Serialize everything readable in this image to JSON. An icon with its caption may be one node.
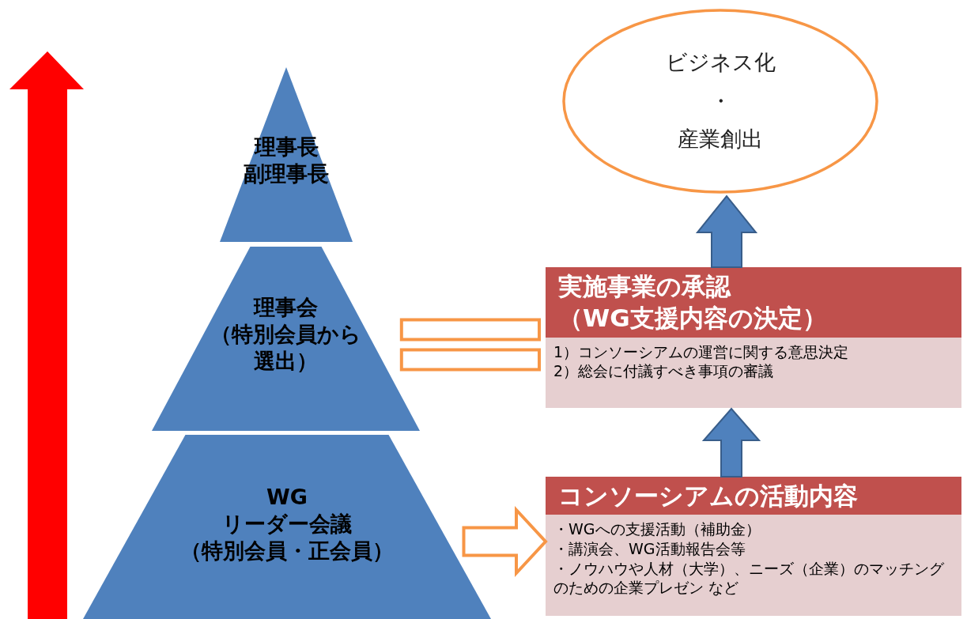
{
  "diagram": {
    "nodes": [
      {
        "text": [
          "理事長",
          "副理事長"
        ]
      },
      {
        "text": [
          "理事会",
          "（特別会員から選出）"
        ]
      },
      {
        "text": [
          "WG",
          "リーダー会議",
          "（特別会員・正会員）"
        ]
      },
      {
        "text": [
          "ビジネス化",
          "・",
          "産業創出"
        ]
      },
      {
        "text": [
          "実施事業の承認",
          "（WG支援内容の決定）",
          "1）コンソーシアムの運営に関する意思決定",
          "2）総会に付議すべき事項の審議"
        ]
      },
      {
        "text": [
          "コンソーシアムの活動内容",
          "・WGへの支援活動（補助金）",
          "・講演会、WG活動報告会等",
          "・ノウハウや人材（大学）、ニーズ（企業）のマッチングのための企業プレゼン など"
        ]
      }
    ],
    "edges": [
      {
        "from": 1,
        "to": 4,
        "arrow": "none",
        "color": "#f79646"
      },
      {
        "from": 2,
        "to": 5,
        "arrow": "to",
        "color": "#f79646"
      },
      {
        "from": 5,
        "to": 4,
        "arrow": "to",
        "color": "#4f81bd"
      },
      {
        "from": 4,
        "to": 3,
        "arrow": "to",
        "color": "#4f81bd"
      }
    ]
  }
}
